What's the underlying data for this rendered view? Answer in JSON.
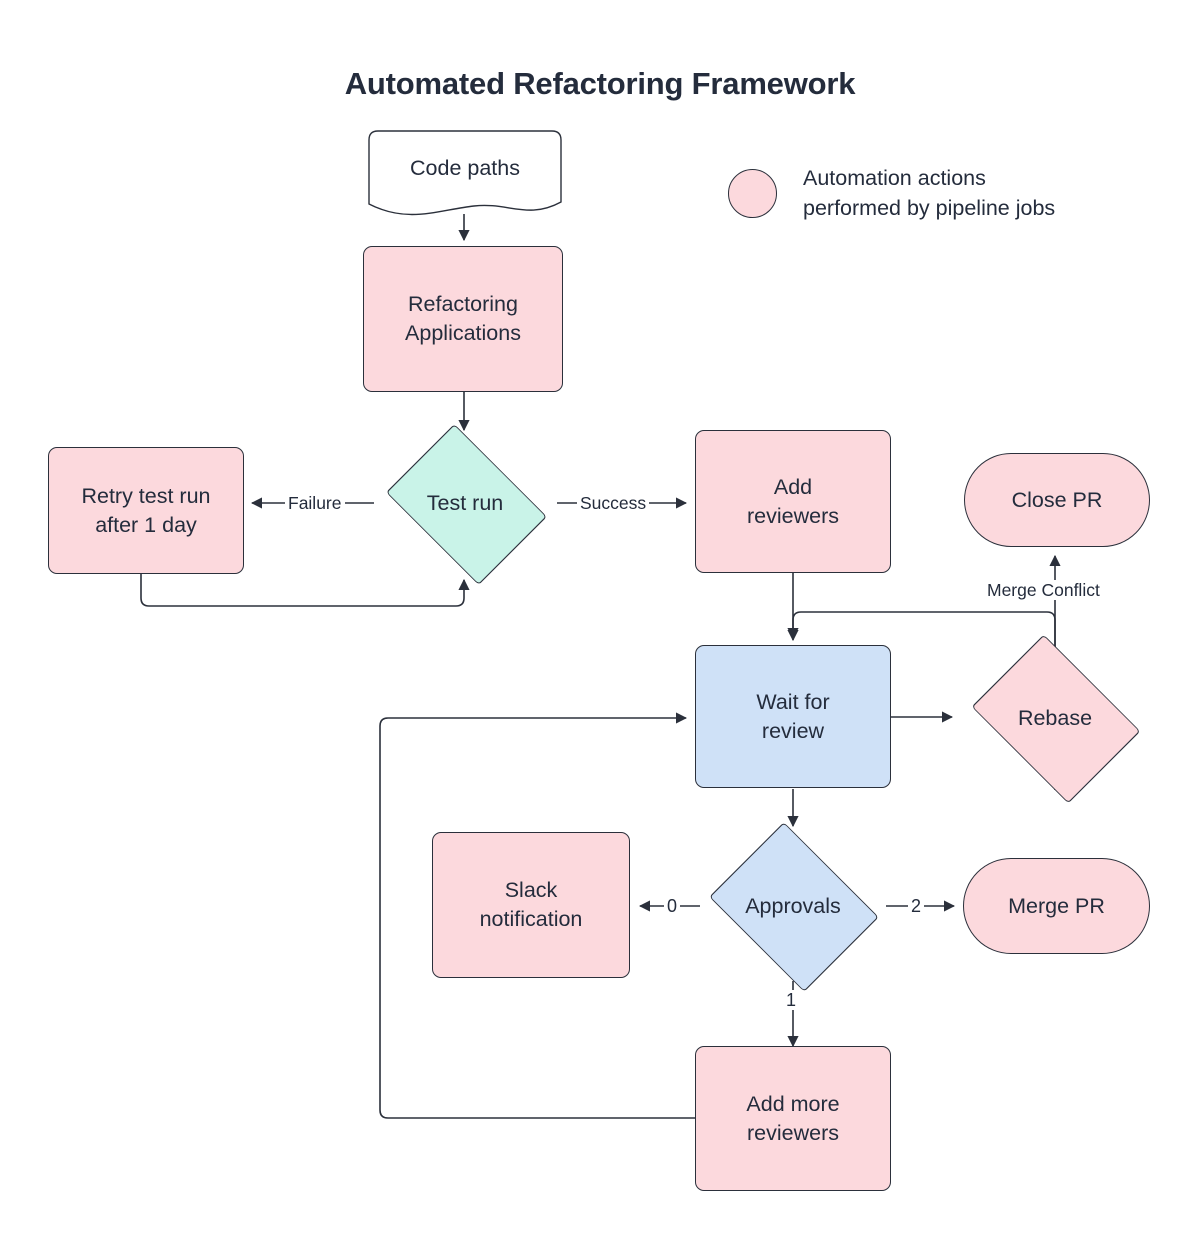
{
  "title": "Automated Refactoring Framework",
  "legend": {
    "swatch_shape": "circle",
    "swatch_color": "#fcd9dd",
    "text": "Automation actions\nperformed by pipeline jobs"
  },
  "colors": {
    "pink": "#fcd9dd",
    "blue": "#cfe1f7",
    "mint": "#c9f3e8",
    "stroke": "#2b303b",
    "text": "#242c3c",
    "background": "#ffffff"
  },
  "chart_data": {
    "type": "diagram",
    "diagram_type": "flowchart",
    "title": "Automated Refactoring Framework",
    "nodes": [
      {
        "id": "code_paths",
        "label": "Code paths",
        "shape": "document",
        "fill": "#ffffff"
      },
      {
        "id": "refactoring_apps",
        "label": "Refactoring\nApplications",
        "shape": "process",
        "fill": "#fcd9dd"
      },
      {
        "id": "test_run",
        "label": "Test run",
        "shape": "diamond",
        "fill": "#c9f3e8"
      },
      {
        "id": "retry_test",
        "label": "Retry test run\nafter 1 day",
        "shape": "process",
        "fill": "#fcd9dd"
      },
      {
        "id": "add_reviewers",
        "label": "Add\nreviewers",
        "shape": "process",
        "fill": "#fcd9dd"
      },
      {
        "id": "close_pr",
        "label": "Close PR",
        "shape": "stadium",
        "fill": "#fcd9dd"
      },
      {
        "id": "wait_for_review",
        "label": "Wait for\nreview",
        "shape": "process",
        "fill": "#cfe1f7"
      },
      {
        "id": "rebase",
        "label": "Rebase",
        "shape": "diamond",
        "fill": "#fcd9dd"
      },
      {
        "id": "approvals",
        "label": "Approvals",
        "shape": "diamond",
        "fill": "#cfe1f7"
      },
      {
        "id": "slack_notification",
        "label": "Slack\nnotification",
        "shape": "process",
        "fill": "#fcd9dd"
      },
      {
        "id": "merge_pr",
        "label": "Merge PR",
        "shape": "stadium",
        "fill": "#fcd9dd"
      },
      {
        "id": "add_more_reviewers",
        "label": "Add more\nreviewers",
        "shape": "process",
        "fill": "#fcd9dd"
      }
    ],
    "edges": [
      {
        "from": "code_paths",
        "to": "refactoring_apps",
        "label": ""
      },
      {
        "from": "refactoring_apps",
        "to": "test_run",
        "label": ""
      },
      {
        "from": "test_run",
        "to": "retry_test",
        "label": "Failure"
      },
      {
        "from": "test_run",
        "to": "add_reviewers",
        "label": "Success"
      },
      {
        "from": "retry_test",
        "to": "test_run",
        "label": ""
      },
      {
        "from": "add_reviewers",
        "to": "wait_for_review",
        "label": ""
      },
      {
        "from": "wait_for_review",
        "to": "rebase",
        "label": ""
      },
      {
        "from": "rebase",
        "to": "close_pr",
        "label": "Merge Conflict"
      },
      {
        "from": "rebase",
        "to": "wait_for_review",
        "label": ""
      },
      {
        "from": "wait_for_review",
        "to": "approvals",
        "label": ""
      },
      {
        "from": "approvals",
        "to": "slack_notification",
        "label": "0"
      },
      {
        "from": "approvals",
        "to": "merge_pr",
        "label": "2"
      },
      {
        "from": "approvals",
        "to": "add_more_reviewers",
        "label": "1"
      },
      {
        "from": "add_more_reviewers",
        "to": "wait_for_review",
        "label": ""
      }
    ],
    "edge_labels": {
      "failure": "Failure",
      "success": "Success",
      "merge_conflict": "Merge Conflict",
      "approvals_zero": "0",
      "approvals_one": "1",
      "approvals_two": "2"
    }
  }
}
